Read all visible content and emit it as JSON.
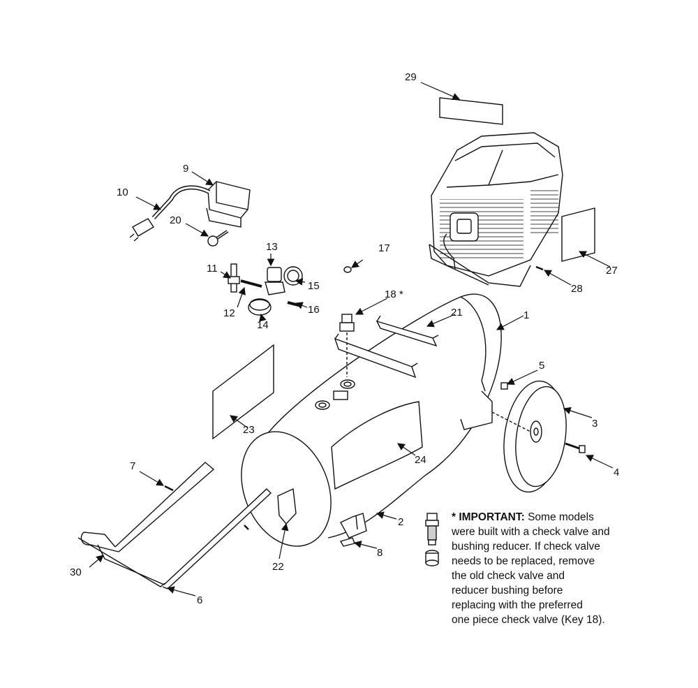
{
  "callouts": [
    "1",
    "2",
    "3",
    "4",
    "5",
    "6",
    "7",
    "8",
    "9",
    "10",
    "11",
    "12",
    "13",
    "14",
    "15",
    "16",
    "17",
    "18 *",
    "20",
    "21",
    "22",
    "23",
    "24",
    "27",
    "28",
    "29",
    "30"
  ],
  "note": {
    "heading": "* IMPORTANT:",
    "first_line_rest": " Some models",
    "lines": [
      "were built with a check valve and",
      "bushing reducer. If check valve",
      "needs to be replaced, remove",
      "the old check valve and",
      "reducer bushing before",
      "replacing with the preferred",
      "one piece check valve (Key 18)."
    ]
  },
  "colors": {
    "line": "#111111",
    "fill": "#ffffff",
    "shade": "#cfcfcf"
  }
}
